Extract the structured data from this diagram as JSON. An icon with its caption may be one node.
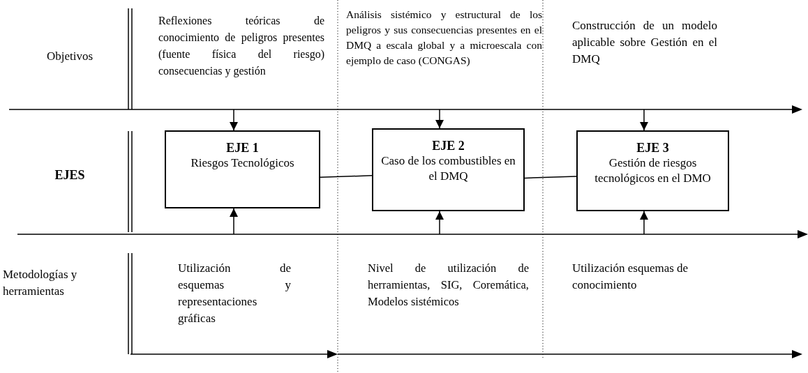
{
  "diagram": {
    "nodes": [
      {
        "text": [
          "EJE 1",
          "Riesgos Tecnológicos"
        ]
      },
      {
        "text": [
          "EJE 2",
          "Caso de los combustibles en el DMQ"
        ]
      },
      {
        "text": [
          "EJE 3",
          "Gestión de riesgos tecnológicos en el DMO"
        ]
      }
    ],
    "edges": [
      {
        "from": null,
        "to": 0,
        "arrow": "to"
      },
      {
        "from": null,
        "to": 1,
        "arrow": "to"
      },
      {
        "from": null,
        "to": 2,
        "arrow": "to"
      },
      {
        "from": null,
        "to": 0,
        "arrow": "to"
      },
      {
        "from": null,
        "to": 1,
        "arrow": "to"
      },
      {
        "from": null,
        "to": 2,
        "arrow": "to"
      },
      {
        "from": 0,
        "to": 1,
        "arrow": "none"
      },
      {
        "from": 1,
        "to": 2,
        "arrow": "none"
      }
    ],
    "labels": [
      "Objetivos",
      "Reflexiones teóricas de conocimiento de peligros presentes (fuente física del riesgo) consecuencias y gestión",
      "Análisis sistémico y estructural de los peligros y sus consecuencias presentes en el DMQ a escala global y a microescala con ejemplo de caso (CONGAS)",
      "Construcción de un modelo aplicable sobre Gestión en el DMQ",
      "EJES",
      "Metodologías y herramientas",
      "Utilización de esquemas y representaciones gráficas",
      "Nivel de utilización de herramientas, SIG, Coremática, Modelos sistémicos",
      "Utilización esquemas de conocimiento"
    ]
  }
}
